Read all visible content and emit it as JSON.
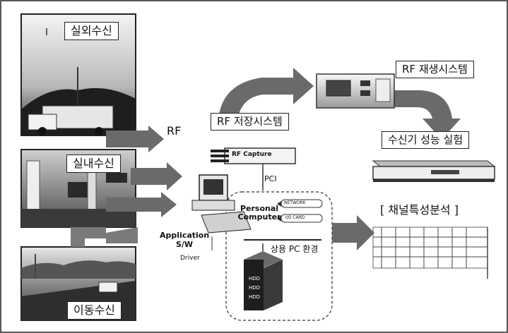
{
  "labels": {
    "outdoor": "실외수신",
    "indoor": "실내수신",
    "mobile": "이동수신",
    "rf": "RF",
    "rf_storage": "RF 저장시스템",
    "rf_playback": "RF 재생시스템",
    "receiver_test": "수신기 성능 실험",
    "channel_analysis": "[ 채널특성분석 ]",
    "pci": "PCI",
    "personal_computer": "Personal Computer",
    "app_sw": "Application S/W",
    "driver": "Driver",
    "commercial_pc": "상용 PC 환경",
    "rf_card": "RF Capture",
    "net": "NETWORK",
    "io": "I/O CARD",
    "hdd1": "HDD",
    "hdd2": "HDD",
    "hdd3": "HDD"
  },
  "colors": {
    "arrow": "#6a6a6a",
    "arrow_dark": "#3c3c3c",
    "border": "#222222",
    "photo_dark": "#2a2a2a",
    "photo_light": "#d8d8d8"
  },
  "icons": [
    "antenna-icon",
    "computer-icon",
    "hdd-icon",
    "spectrum-analyzer-icon",
    "receiver-box-icon"
  ]
}
